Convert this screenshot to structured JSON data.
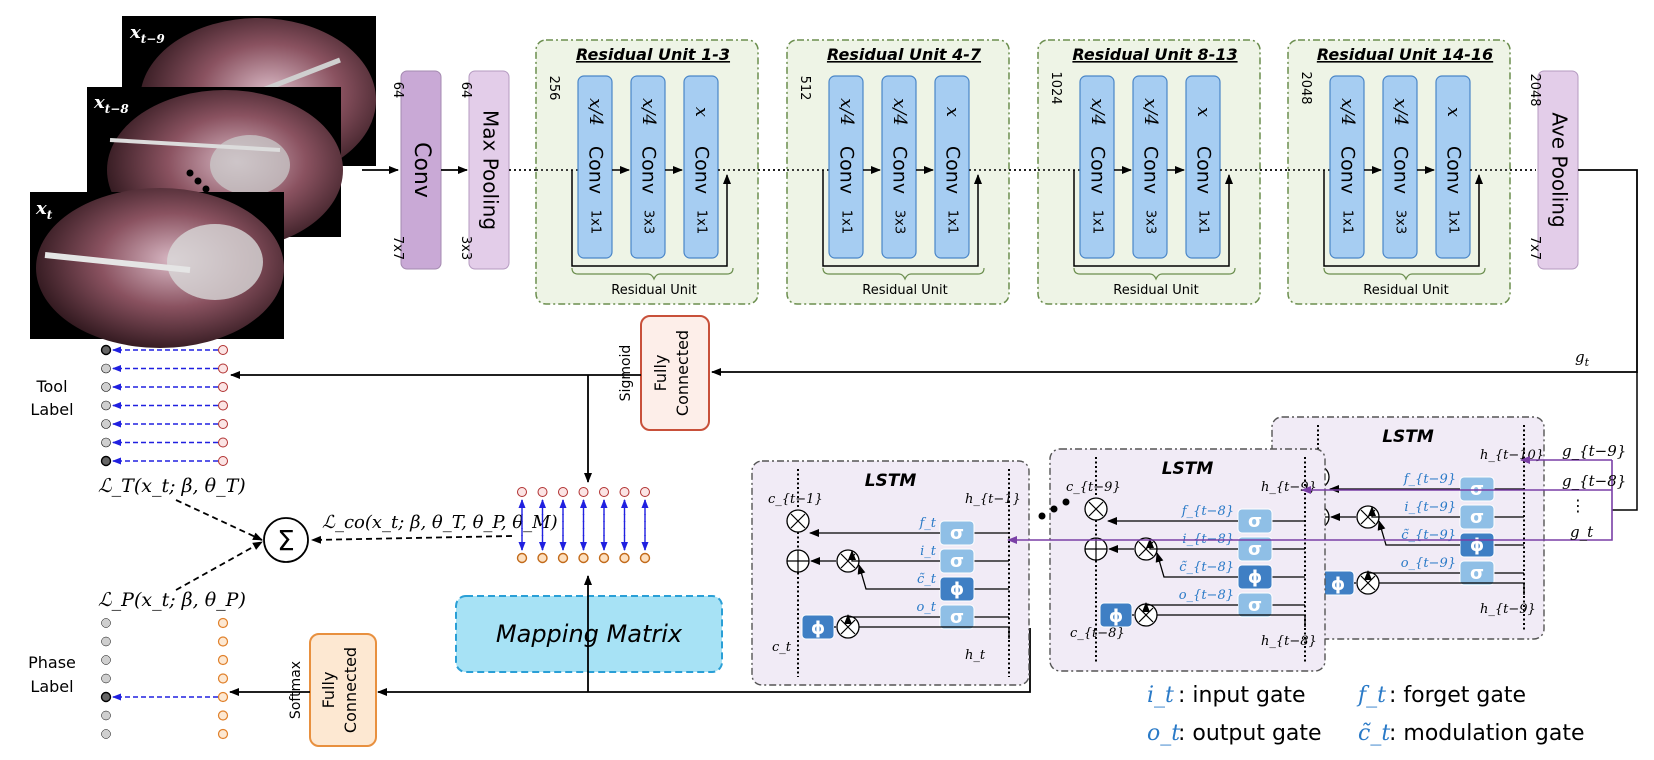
{
  "frames": [
    {
      "label": "x_{t-9}",
      "main": "x",
      "sub": "t−9"
    },
    {
      "label": "x_{t-8}",
      "main": "x",
      "sub": "t−8"
    },
    {
      "label": "x_t",
      "main": "x",
      "sub": "t"
    }
  ],
  "conv": {
    "label": "Conv",
    "channels": "64",
    "kernel": "7x7"
  },
  "maxpool": {
    "label": "Max Pooling",
    "channels": "64",
    "kernel": "3x3"
  },
  "residual_units": [
    {
      "title": "Residual Unit 1-3",
      "channels": "256",
      "footer": "Residual Unit",
      "blocks": [
        {
          "top": "x/4",
          "name": "Conv",
          "size": "1x1"
        },
        {
          "top": "x/4",
          "name": "Conv",
          "size": "3x3"
        },
        {
          "top": "x",
          "name": "Conv",
          "size": "1x1"
        }
      ]
    },
    {
      "title": "Residual Unit 4-7",
      "channels": "512",
      "footer": "Residual Unit",
      "blocks": [
        {
          "top": "x/4",
          "name": "Conv",
          "size": "1x1"
        },
        {
          "top": "x/4",
          "name": "Conv",
          "size": "3x3"
        },
        {
          "top": "x",
          "name": "Conv",
          "size": "1x1"
        }
      ]
    },
    {
      "title": "Residual Unit 8-13",
      "channels": "1024",
      "footer": "Residual Unit",
      "blocks": [
        {
          "top": "x/4",
          "name": "Conv",
          "size": "1x1"
        },
        {
          "top": "x/4",
          "name": "Conv",
          "size": "3x3"
        },
        {
          "top": "x",
          "name": "Conv",
          "size": "1x1"
        }
      ]
    },
    {
      "title": "Residual Unit 14-16",
      "channels": "2048",
      "footer": "Residual Unit",
      "blocks": [
        {
          "top": "x/4",
          "name": "Conv",
          "size": "1x1"
        },
        {
          "top": "x/4",
          "name": "Conv",
          "size": "3x3"
        },
        {
          "top": "x",
          "name": "Conv",
          "size": "1x1"
        }
      ]
    }
  ],
  "avepool": {
    "label": "Ave Pooling",
    "channels": "2048",
    "kernel": "7x7"
  },
  "fc_tool": {
    "label_line1": "Fully",
    "label_line2": "Connected",
    "activation": "Sigmoid"
  },
  "fc_phase": {
    "label_line1": "Fully",
    "label_line2": "Connected",
    "activation": "Softmax"
  },
  "tool_label": {
    "line1": "Tool",
    "line2": "Label"
  },
  "phase_label": {
    "line1": "Phase",
    "line2": "Label"
  },
  "loss_tool": "ℒ_T(x_t; β, θ_T)",
  "loss_phase": "ℒ_P(x_t; β, θ_P)",
  "loss_co": "ℒ_co(x_t; β, θ_T, θ_P, θ_M)",
  "sum_symbol": "Σ",
  "mapping_matrix": "Mapping Matrix",
  "g_t": "g_t",
  "lstm_cells": [
    {
      "title": "LSTM",
      "c_in": "c_{t−1}",
      "c_out": "c_t",
      "h_in": "h_{t−1}",
      "h_out": "h_t",
      "gates": [
        "f_t",
        "i_t",
        "c̃_t",
        "o_t"
      ]
    },
    {
      "title": "LSTM",
      "c_in": "c_{t−9}",
      "c_out": "c_{t−8}",
      "h_in": "h_{t−9}",
      "h_out": "h_{t−8}",
      "gates": [
        "f_{t−8}",
        "i_{t−8}",
        "c̃_{t−8}",
        "o_{t−8}"
      ]
    },
    {
      "title": "LSTM",
      "c_in": "",
      "c_out": "",
      "h_in": "h_{t−10}",
      "h_out": "h_{t−9}",
      "gates": [
        "f_{t−9}",
        "i_{t−9}",
        "c̃_{t−9}",
        "o_{t−9}"
      ]
    }
  ],
  "lstm_inputs": [
    "g_{t−9}",
    "g_{t−8}",
    "⋮",
    "g_t"
  ],
  "legend": [
    {
      "sym": "i_t",
      "text": ": input gate"
    },
    {
      "sym": "f_t",
      "text": ": forget gate"
    },
    {
      "sym": "o_t",
      "text": ": output gate"
    },
    {
      "sym": "c̃_t",
      "text": ": modulation gate"
    }
  ],
  "colors": {
    "conv_fill": "#c9a9d6",
    "pool_fill": "#e3cde9",
    "block_fill": "#a6cdf2",
    "block_stroke": "#4a86c8",
    "unit_fill": "#eef4e6",
    "unit_stroke": "#6b8e4e",
    "lstm_fill": "#f1ebf6",
    "gate_light": "#8fbfe6",
    "gate_dark": "#3f7fc4",
    "fc_tool_stroke": "#c8503a",
    "fc_tool_fill": "#fdeee9",
    "fc_phase_stroke": "#e8903f",
    "fc_phase_fill": "#fde8d2",
    "mapping_fill": "#a7e2f5",
    "mapping_stroke": "#2a9fd6",
    "dash_blue": "#2020e0",
    "purple": "#7a3fa6",
    "legend_blue": "#2a7ac7"
  }
}
